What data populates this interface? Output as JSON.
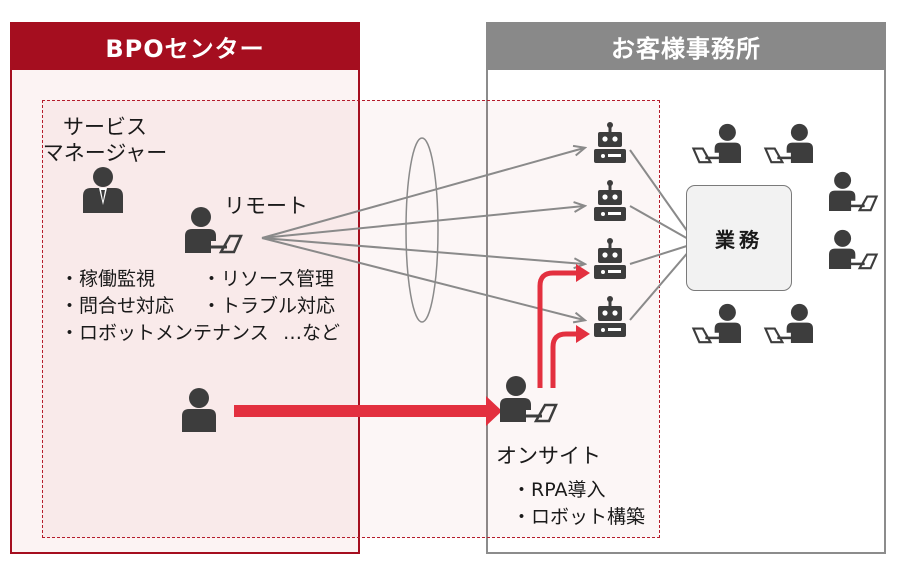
{
  "bpo_center": {
    "title": "BPOセンター"
  },
  "client_office": {
    "title": "お客様事務所"
  },
  "service_manager": {
    "line1": "サービス",
    "line2": "マネージャー"
  },
  "remote": {
    "label": "リモート",
    "tasks": [
      "・稼働監視",
      "・リソース管理",
      "・問合せ対応",
      "・トラブル対応",
      "・ロボットメンテナンス",
      "…など"
    ]
  },
  "onsite": {
    "label": "オンサイト",
    "tasks": [
      "・RPA導入",
      "・ロボット構築"
    ]
  },
  "business": {
    "label": "業務"
  },
  "colors": {
    "bpo_red": "#a50e1f",
    "arrow_red": "#e3303f",
    "client_gray": "#898989",
    "icon_dark": "#3d3d3d"
  }
}
